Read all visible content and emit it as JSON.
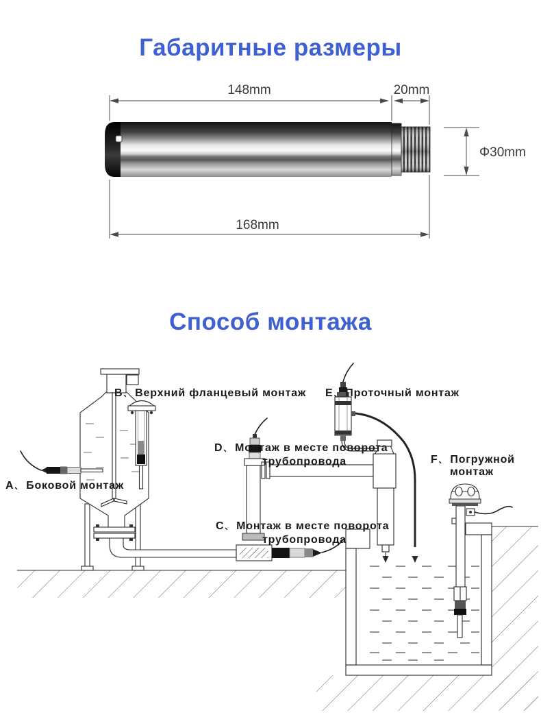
{
  "page": {
    "background": "#ffffff",
    "accent_blue": "#3f60d1"
  },
  "dimensions_section": {
    "title": "Габаритные размеры",
    "dim_body_length": "148mm",
    "dim_thread_length": "20mm",
    "dim_diameter": "Φ30mm",
    "dim_total_length": "168mm"
  },
  "mounting_section": {
    "title": "Способ монтажа",
    "methods": {
      "a": {
        "letter": "A",
        "sep": "、",
        "text": "Боковой монтаж"
      },
      "b": {
        "letter": "B",
        "sep": "、",
        "text": "Верхний фланцевый монтаж"
      },
      "c": {
        "letter": "C",
        "sep": "、",
        "text": "Монтаж в месте поворота",
        "text2": "трубопровода"
      },
      "d": {
        "letter": "D",
        "sep": "、",
        "text": "Монтаж в месте поворота",
        "text2": "трубопровода"
      },
      "e": {
        "letter": "E",
        "sep": "、",
        "text": "Проточный монтаж"
      },
      "f": {
        "letter": "F",
        "sep": "、",
        "text": "Погружной",
        "text2": "монтаж"
      }
    }
  }
}
